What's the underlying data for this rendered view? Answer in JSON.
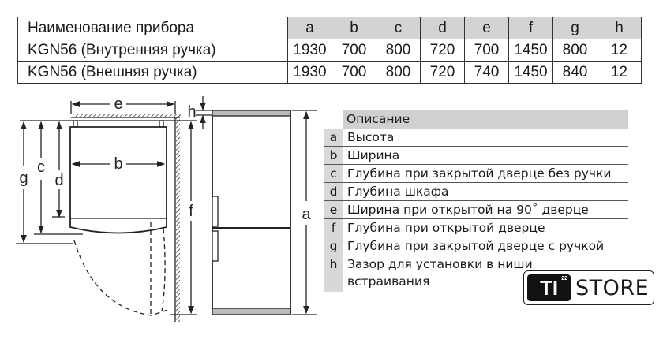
{
  "spec_table": {
    "header": {
      "name": "Наименование прибора",
      "cols": [
        "a",
        "b",
        "c",
        "d",
        "e",
        "f",
        "g",
        "h"
      ]
    },
    "rows": [
      {
        "name": "KGN56 (Внутренняя ручка)",
        "values": [
          "1930",
          "700",
          "800",
          "720",
          "700",
          "1450",
          "800",
          "12"
        ]
      },
      {
        "name": "KGN56 (Внешняя ручка)",
        "values": [
          "1930",
          "700",
          "800",
          "720",
          "740",
          "1450",
          "840",
          "12"
        ]
      }
    ]
  },
  "diagram": {
    "labels": {
      "e": "e",
      "b": "b",
      "c": "c",
      "d": "d",
      "g": "g",
      "f": "f",
      "h": "h",
      "a": "a"
    }
  },
  "description": {
    "title": "Описание",
    "items": [
      {
        "key": "a",
        "text": "Высота"
      },
      {
        "key": "b",
        "text": "Ширина"
      },
      {
        "key": "c",
        "text": "Глубина при закрытой дверце без ручки"
      },
      {
        "key": "d",
        "text": "Глубина шкафа"
      },
      {
        "key": "e",
        "text": "Ширина при открытой на 90˚ дверце"
      },
      {
        "key": "f",
        "text": "Глубина при открытой дверце"
      },
      {
        "key": "g",
        "text": "Глубина при закрытой дверце с ручкой"
      },
      {
        "key": "h",
        "text": "Зазор для установки в ниши встраивания"
      }
    ]
  },
  "logo": {
    "mark": "TI",
    "sup": "22",
    "text": "STORE"
  }
}
